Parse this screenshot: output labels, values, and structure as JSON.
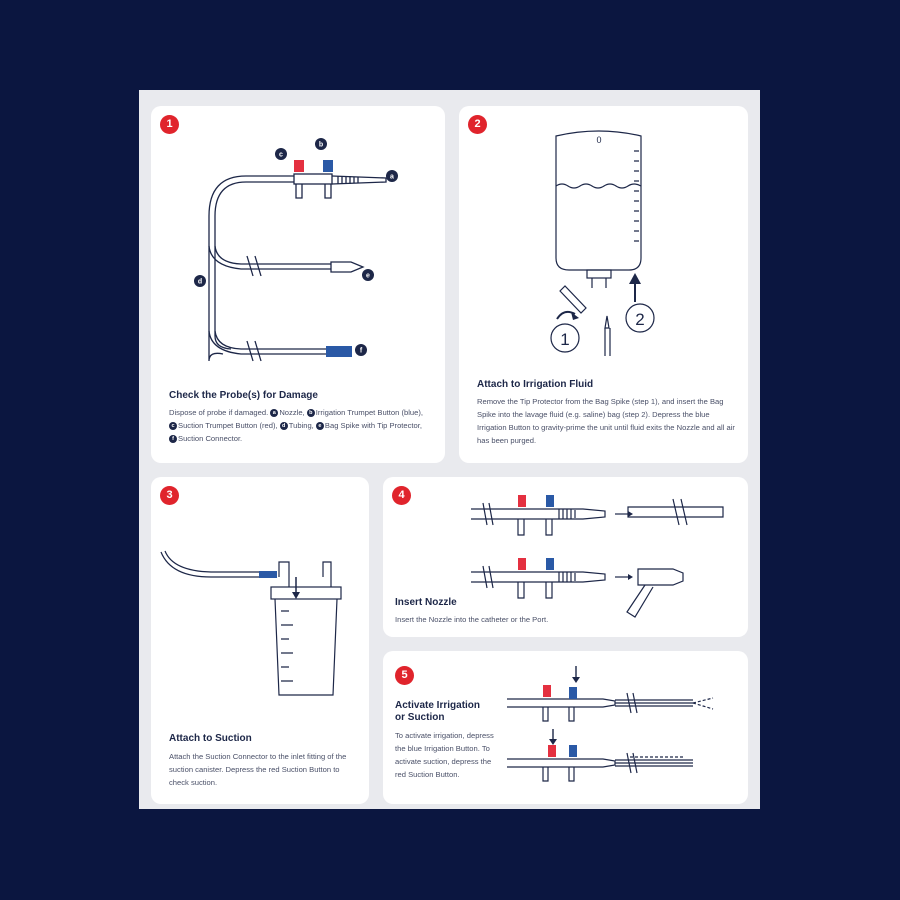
{
  "colors": {
    "background": "#0b1640",
    "accent_red": "#e0242c",
    "line": "#1d2748",
    "blue_button": "#2a59a6",
    "red_button": "#e43040"
  },
  "steps": [
    {
      "number": "1",
      "title": "Check the Probe(s) for Damage",
      "body_intro": "Dispose of probe if damaged.",
      "parts": [
        {
          "key": "a",
          "label": "Nozzle,"
        },
        {
          "key": "b",
          "label": "Irrigation Trumpet Button (blue),"
        },
        {
          "key": "c",
          "label": "Suction Trumpet Button (red),"
        },
        {
          "key": "d",
          "label": "Tubing,"
        },
        {
          "key": "e",
          "label": "Bag Spike with Tip Protector,"
        },
        {
          "key": "f",
          "label": "Suction Connector."
        }
      ]
    },
    {
      "number": "2",
      "title": "Attach to Irrigation Fluid",
      "body": "Remove the Tip Protector from the Bag Spike (step 1), and insert the Bag Spike into the lavage fluid (e.g. saline) bag (step 2). Depress the blue Irrigation Button to gravity-prime the unit until fluid exits the Nozzle and all air has been purged.",
      "diagram_labels": {
        "bag_top": "0",
        "callout_1": "1",
        "callout_2": "2"
      }
    },
    {
      "number": "3",
      "title": "Attach to Suction",
      "body": "Attach the Suction Connector to the inlet fitting of the suction canister. Depress the red Suction Button to check suction."
    },
    {
      "number": "4",
      "title": "Insert Nozzle",
      "body": "Insert the Nozzle into the catheter or the Port."
    },
    {
      "number": "5",
      "title": "Activate Irrigation or Suction",
      "body": "To activate irrigation, depress the blue Irrigation Button. To activate suction, depress the red Suction Button."
    }
  ]
}
